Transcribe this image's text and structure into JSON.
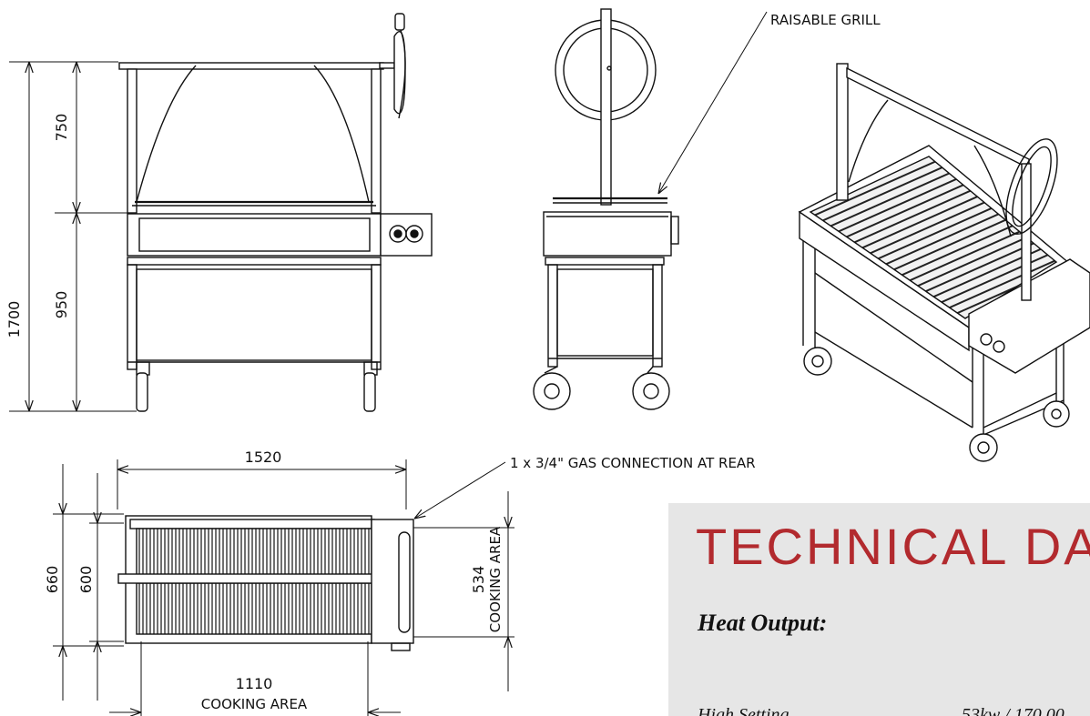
{
  "dimensions": {
    "total_height": "1700",
    "upper_height": "750",
    "lower_height": "950",
    "width": "1520",
    "depth": "660",
    "inner_depth": "600",
    "cooking_depth": "534",
    "cooking_depth_label": "COOKING AREA",
    "cooking_width": "1110",
    "cooking_width_label": "COOKING AREA"
  },
  "callouts": {
    "grill": "RAISABLE GRILL",
    "gas": "1 x 3/4\" GAS CONNECTION AT REAR"
  },
  "technical": {
    "title": "TECHNICAL DA",
    "heat_output_label": "Heat Output:",
    "rows": [
      {
        "name": "High Setting",
        "value": "53kw / 170,00"
      }
    ]
  },
  "colors": {
    "title": "#b22a2e",
    "panel": "#e6e6e6",
    "line": "#111111"
  }
}
